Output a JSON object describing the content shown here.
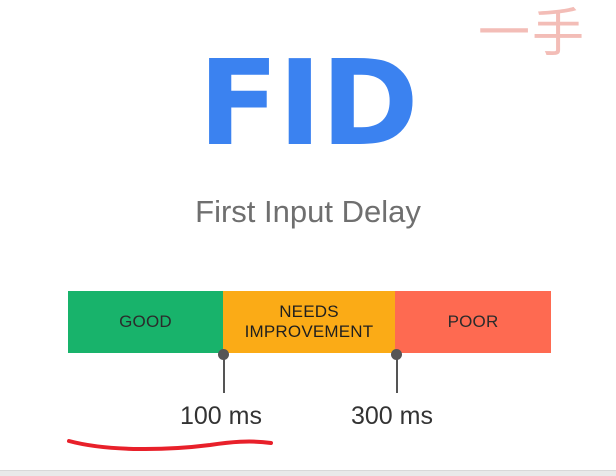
{
  "watermark": "一手",
  "title": "FID",
  "subtitle": "First Input Delay",
  "scale": {
    "segments": [
      {
        "label": "GOOD",
        "color": "#18b36b"
      },
      {
        "label": "NEEDS\nIMPROVEMENT",
        "color": "#fbab16"
      },
      {
        "label": "POOR",
        "color": "#fe6a51"
      }
    ],
    "thresholds": [
      {
        "label": "100 ms"
      },
      {
        "label": "300 ms"
      }
    ]
  },
  "colors": {
    "title": "#3b82f0",
    "annotation_underline": "#e8202a"
  }
}
